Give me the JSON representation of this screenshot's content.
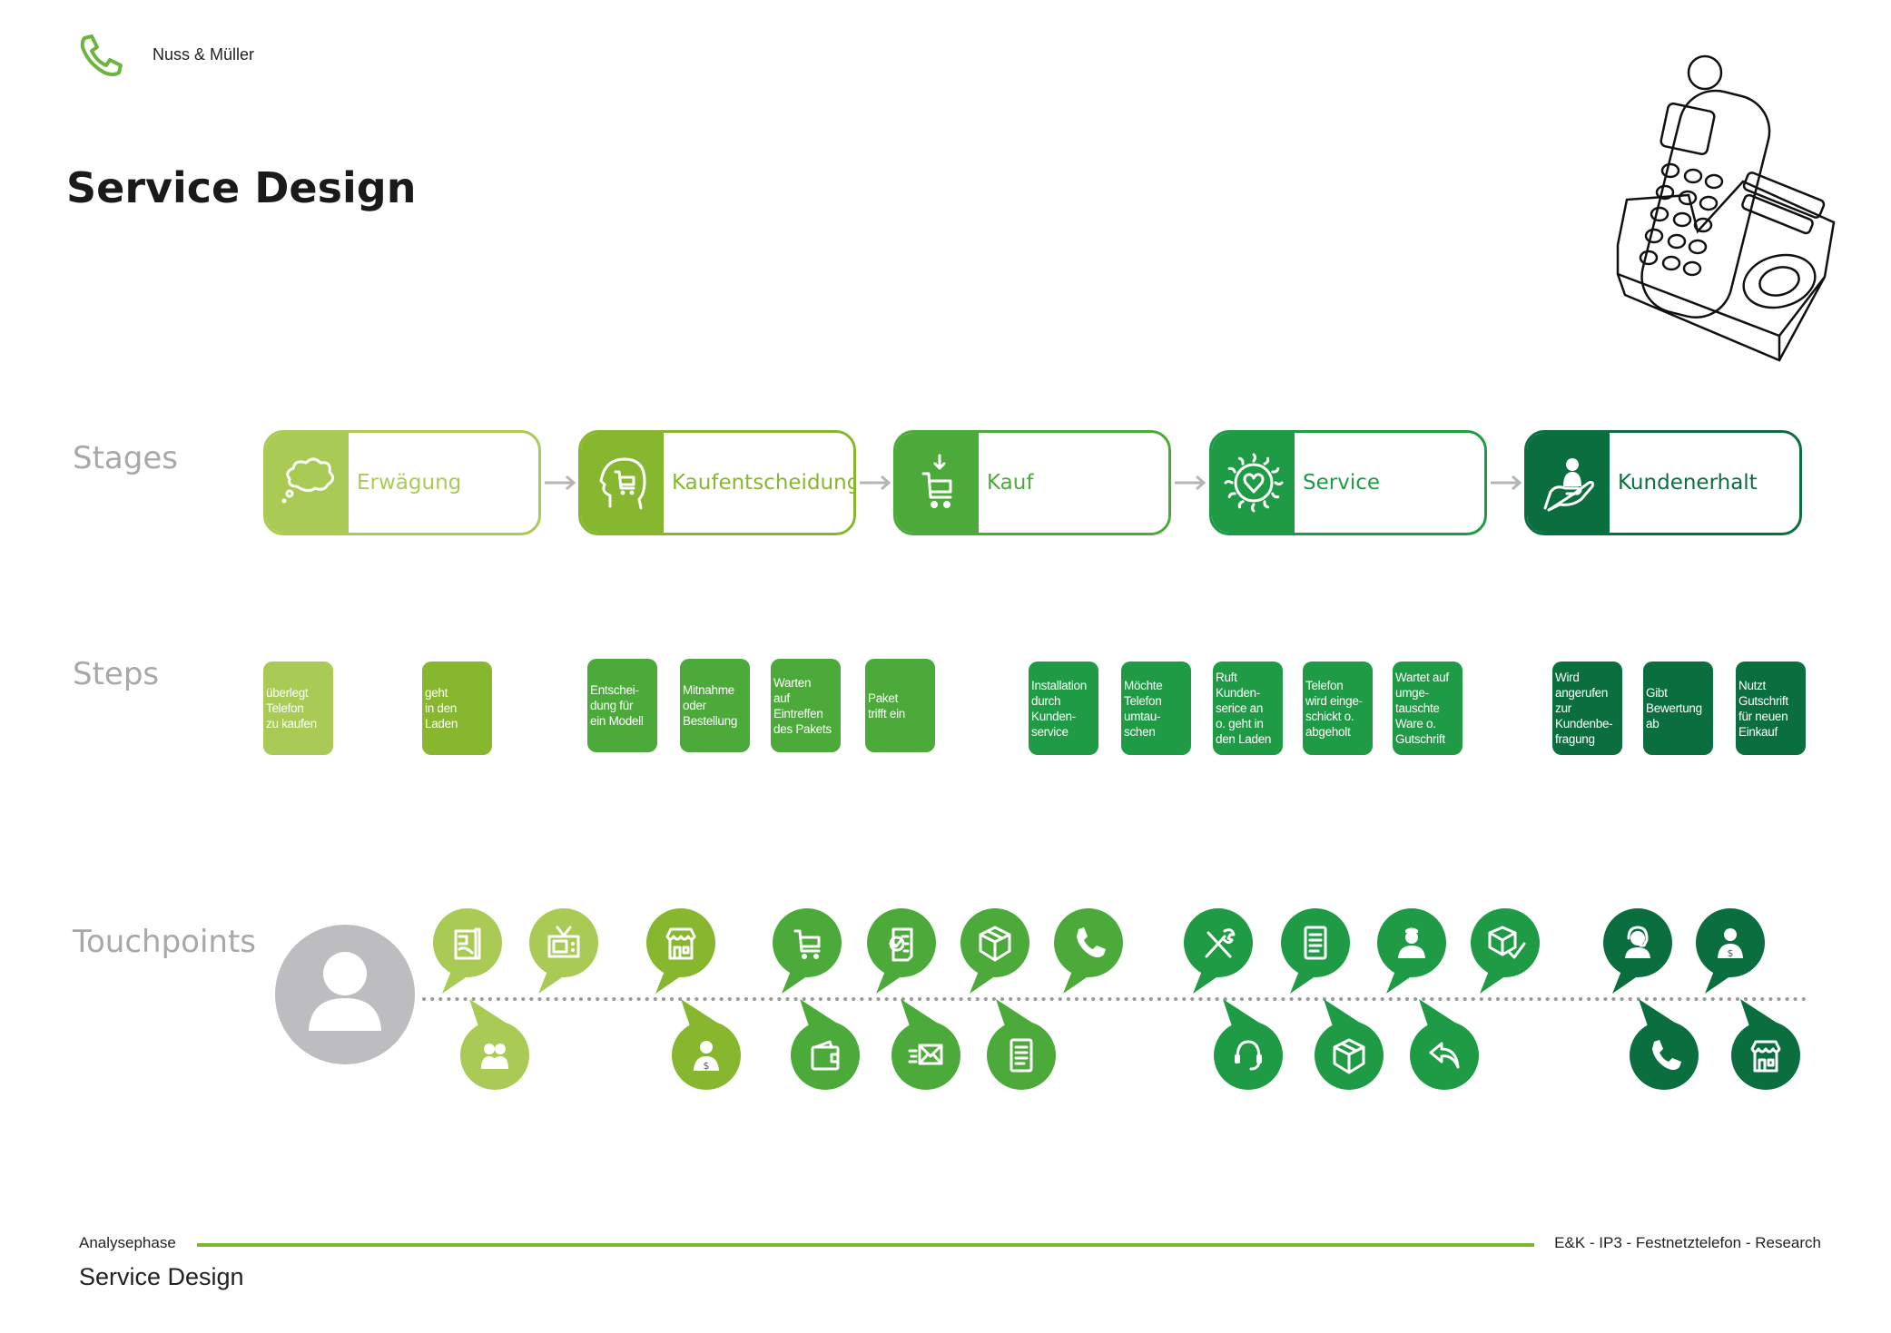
{
  "header": {
    "brand": "Nuss & Müller",
    "title": "Service Design",
    "logo_icon": "phone-handset-icon"
  },
  "row_labels": {
    "stages": "Stages",
    "steps": "Steps",
    "touchpoints": "Touchpoints"
  },
  "colors": {
    "c1": "#a9cb55",
    "c2": "#86b72f",
    "c3": "#4caa3a",
    "c4": "#1f9b46",
    "c5": "#0b6e3f",
    "gray": "#bdbdbf",
    "accent": "#7ab730"
  },
  "stages": [
    {
      "label": "Erwägung",
      "icon": "thought-cloud-icon",
      "color": "#a9cb55"
    },
    {
      "label": "Kaufentscheidung",
      "icon": "head-cart-icon",
      "color": "#86b72f"
    },
    {
      "label": "Kauf",
      "icon": "cart-arrow-icon",
      "color": "#4caa3a"
    },
    {
      "label": "Service",
      "icon": "gear-heart-icon",
      "color": "#1f9b46"
    },
    {
      "label": "Kundenerhalt",
      "icon": "hand-person-icon",
      "color": "#0b6e3f"
    }
  ],
  "steps": [
    {
      "text": "überlegt\nTelefon\nzu kaufen",
      "color": "#a9cb55"
    },
    {
      "text": "geht\nin den\nLaden",
      "color": "#86b72f"
    },
    {
      "text": "Entschei-\ndung für\nein Modell",
      "color": "#4caa3a"
    },
    {
      "text": "Mitnahme\noder\nBestellung",
      "color": "#4caa3a"
    },
    {
      "text": "Warten\nauf\nEintreffen\ndes Pakets",
      "color": "#4caa3a"
    },
    {
      "text": "Paket\ntrifft ein",
      "color": "#4caa3a"
    },
    {
      "text": "Installation\ndurch\nKunden-\nservice",
      "color": "#1f9b46"
    },
    {
      "text": "Möchte\nTelefon\numtau-\nschen",
      "color": "#1f9b46"
    },
    {
      "text": "Ruft\nKunden-\nserice an\no. geht in\nden Laden",
      "color": "#1f9b46"
    },
    {
      "text": "Telefon\nwird einge-\nschickt o.\nabgeholt",
      "color": "#1f9b46"
    },
    {
      "text": "Wartet auf\numge-\ntauschte\nWare o.\nGutschrift",
      "color": "#1f9b46"
    },
    {
      "text": "Wird\nangerufen\nzur\nKundenbe-\nfragung",
      "color": "#0b6e3f"
    },
    {
      "text": "Gibt\nBewertung\nab",
      "color": "#0b6e3f"
    },
    {
      "text": "Nutzt\nGutschrift\nfür neuen\nEinkauf",
      "color": "#0b6e3f"
    }
  ],
  "touchpoints": {
    "persona_icon": "user-avatar-icon",
    "top": [
      {
        "icon": "newspaper-icon",
        "color": "#a9cb55"
      },
      {
        "icon": "tv-icon",
        "color": "#a9cb55"
      },
      {
        "icon": "store-icon",
        "color": "#86b72f"
      },
      {
        "icon": "cart-icon",
        "color": "#4caa3a"
      },
      {
        "icon": "checklist-icon",
        "color": "#4caa3a"
      },
      {
        "icon": "package-icon",
        "color": "#4caa3a"
      },
      {
        "icon": "phone-icon",
        "color": "#4caa3a"
      },
      {
        "icon": "tools-icon",
        "color": "#1f9b46"
      },
      {
        "icon": "document-icon",
        "color": "#1f9b46"
      },
      {
        "icon": "technician-icon",
        "color": "#1f9b46"
      },
      {
        "icon": "package-check-icon",
        "color": "#1f9b46"
      },
      {
        "icon": "support-agent-icon",
        "color": "#0b6e3f"
      },
      {
        "icon": "person-money-icon",
        "color": "#0b6e3f"
      }
    ],
    "bottom": [
      {
        "icon": "people-icon",
        "color": "#a9cb55"
      },
      {
        "icon": "salesperson-icon",
        "color": "#86b72f"
      },
      {
        "icon": "wallet-icon",
        "color": "#4caa3a"
      },
      {
        "icon": "email-fast-icon",
        "color": "#4caa3a"
      },
      {
        "icon": "document-icon",
        "color": "#4caa3a"
      },
      {
        "icon": "headset-icon",
        "color": "#1f9b46"
      },
      {
        "icon": "package-icon",
        "color": "#1f9b46"
      },
      {
        "icon": "return-arrow-icon",
        "color": "#1f9b46"
      },
      {
        "icon": "phone-icon",
        "color": "#0b6e3f"
      },
      {
        "icon": "store-icon",
        "color": "#0b6e3f"
      }
    ]
  },
  "footer": {
    "phase": "Analysephase",
    "project": "E&K - IP3 - Festnetztelefon - Research",
    "title": "Service Design"
  }
}
